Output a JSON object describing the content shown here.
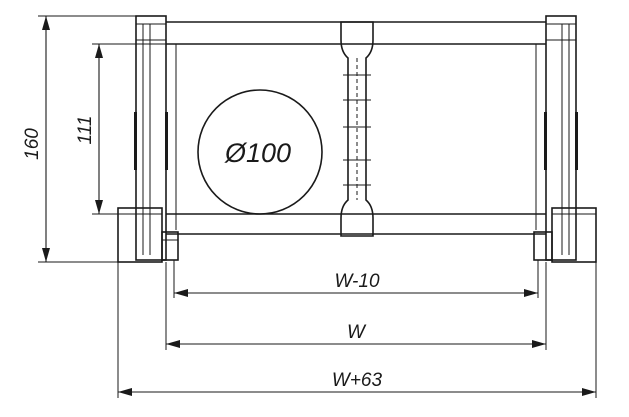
{
  "dimensions": {
    "overall_height": "160",
    "inner_height": "111",
    "diameter": "Ø100",
    "inner_width": "W-10",
    "nominal_width": "W",
    "outer_width": "W+63"
  },
  "stroke_color": "#1a1a1a",
  "background_color": "#ffffff"
}
